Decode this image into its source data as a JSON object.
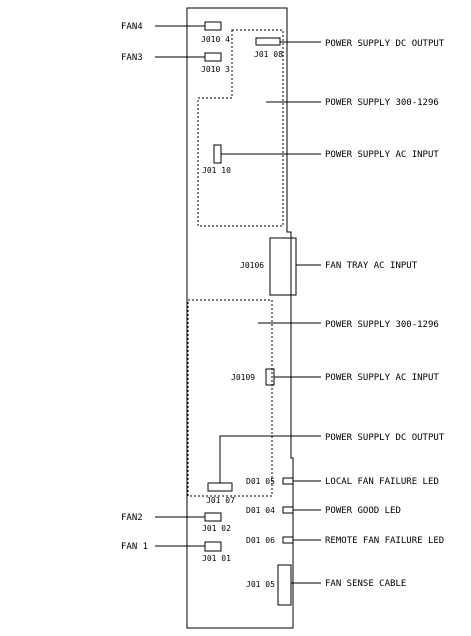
{
  "diagram": {
    "fans": {
      "fan4": "FAN4",
      "fan3": "FAN3",
      "fan2": "FAN2",
      "fan1": "FAN 1"
    },
    "connectors": {
      "j0104": "J010 4",
      "j0103": "J010 3",
      "j0108": "J01 08",
      "j0110": "J01 10",
      "j0106": "J0106",
      "j0109": "J0109",
      "j0107": "J01 07",
      "j0102": "J01 02",
      "j0101": "J01 01",
      "d0105": "D01 05",
      "d0104": "D01 04",
      "d0106": "D01 06",
      "j0105": "J01 05"
    },
    "callouts": {
      "ps_dc_output_top": "POWER SUPPLY DC OUTPUT",
      "ps_top": "POWER SUPPLY  300-1296",
      "ps_ac_input_top": "POWER SUPPLY AC INPUT",
      "fan_tray_ac_input": "FAN TRAY AC INPUT",
      "ps_bottom": "POWER  SUPPLY  300-1296",
      "ps_ac_input_bottom": "POWER SUPPLY AC INPUT",
      "ps_dc_output_bottom": "POWER SUPPLY DC OUTPUT",
      "local_fan_failure_led": "LOCAL FAN FAILURE LED",
      "power_good_led": "POWER  GOOD LED",
      "remote_fan_failure_led": "REMOTE FAN FAILURE LED",
      "fan_sense_cable": "FAN SENSE CABLE"
    }
  }
}
